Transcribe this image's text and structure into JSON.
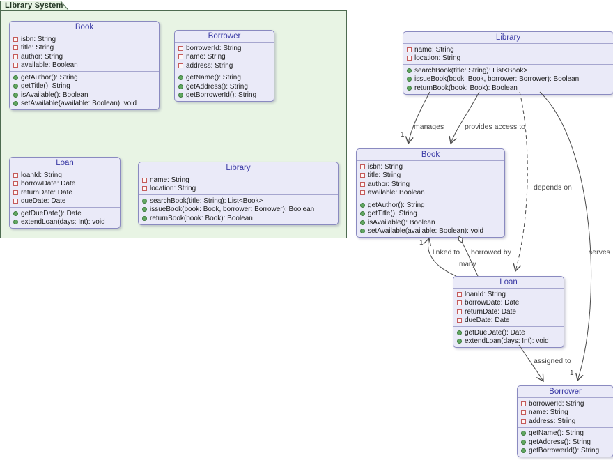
{
  "package": {
    "label": "Library System"
  },
  "classes": {
    "book": {
      "title": "Book",
      "attributes": [
        "isbn: String",
        "title: String",
        "author: String",
        "available: Boolean"
      ],
      "methods": [
        "getAuthor(): String",
        "getTitle(): String",
        "isAvailable(): Boolean",
        "setAvailable(available: Boolean): void"
      ]
    },
    "borrower": {
      "title": "Borrower",
      "attributes": [
        "borrowerId: String",
        "name: String",
        "address: String"
      ],
      "methods": [
        "getName(): String",
        "getAddress(): String",
        "getBorrowerId(): String"
      ]
    },
    "loan": {
      "title": "Loan",
      "attributes": [
        "loanId: String",
        "borrowDate: Date",
        "returnDate: Date",
        "dueDate: Date"
      ],
      "methods": [
        "getDueDate(): Date",
        "extendLoan(days: Int): void"
      ]
    },
    "library": {
      "title": "Library",
      "attributes": [
        "name: String",
        "location: String"
      ],
      "methods": [
        "searchBook(title: String): List<Book>",
        "issueBook(book: Book, borrower: Borrower): Boolean",
        "returnBook(book: Book): Boolean"
      ]
    }
  },
  "edges": {
    "manages": {
      "label": "manages",
      "from": "Library",
      "to": "Book",
      "style": "solid-arrow",
      "multiplicity": "1"
    },
    "provides_access_to": {
      "label": "provides access to",
      "from": "Library",
      "to": "Book",
      "style": "solid-arrow"
    },
    "depends_on": {
      "label": "depends on",
      "from": "Library",
      "to": "Loan",
      "style": "dashed-arrow"
    },
    "serves": {
      "label": "serves",
      "from": "Library",
      "to": "Borrower",
      "style": "solid-arrow",
      "multiplicity": "1"
    },
    "linked_to": {
      "label": "linked to",
      "from": "Loan",
      "to": "Book",
      "style": "solid-arrow",
      "multiplicity": "1"
    },
    "borrowed_by": {
      "label": "borrowed by",
      "from": "Book",
      "to": "Loan",
      "style": "solid-aggregation",
      "multiplicity": "many"
    },
    "assigned_to": {
      "label": "assigned to",
      "from": "Loan",
      "to": "Borrower",
      "style": "solid-arrow"
    }
  },
  "colors": {
    "package_fill": "#E8F4E4",
    "package_border": "#4E6B50",
    "class_fill": "#EAEAF8",
    "class_border": "#8A8AC0",
    "class_title_text": "#3B3BA5",
    "attribute_icon": "#C45B5B",
    "method_icon": "#62A862",
    "edge_line": "#4A4A4A",
    "edge_label_text": "#454545"
  }
}
